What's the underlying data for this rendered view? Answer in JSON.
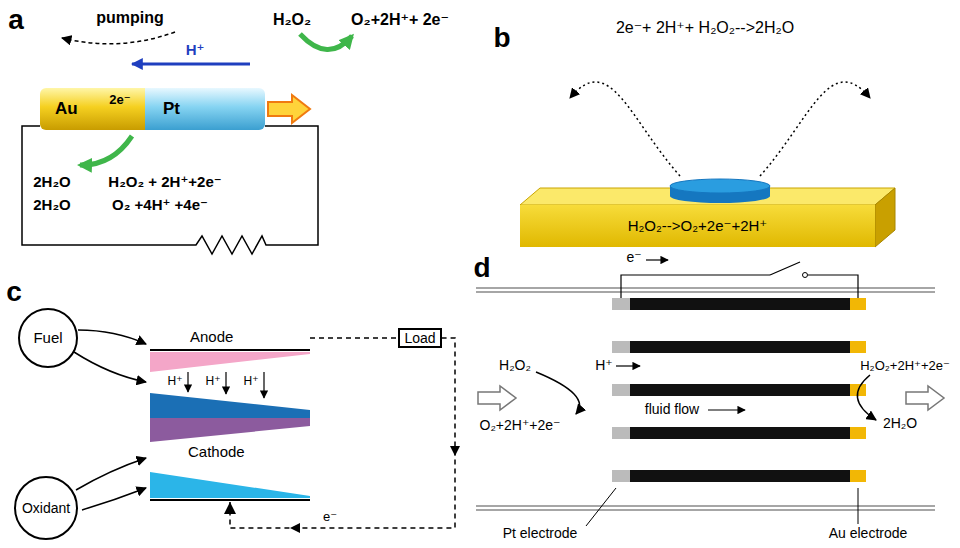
{
  "diagram": {
    "nodes": [
      {
        "text": [
          "Au"
        ]
      },
      {
        "text": [
          "Pt"
        ]
      },
      {
        "text": [
          "H₂O₂-->O₂+2e⁻+2H⁺"
        ]
      },
      {
        "text": [
          "Fuel"
        ]
      },
      {
        "text": [
          "Anode"
        ]
      },
      {
        "text": [
          "Load"
        ]
      },
      {
        "text": [
          "Cathode"
        ]
      },
      {
        "text": [
          "Oxidant"
        ]
      }
    ],
    "edges": [
      {
        "from": 0,
        "to": 1,
        "arrow": "none"
      },
      {
        "from": 4,
        "to": 5,
        "arrow": "none"
      },
      {
        "from": 5,
        "to": 6,
        "arrow": "to",
        "label": "e⁻"
      }
    ],
    "labels": [
      "a",
      "pumping",
      "H₂O₂",
      "O₂+2H⁺+ 2e⁻",
      "H⁺",
      "2e⁻",
      "2H₂O",
      "2H₂O",
      "H₂O₂ + 2H⁺+2e⁻",
      "O₂ +4H⁺ +4e⁻",
      "b",
      "2e⁻+ 2H⁺+ H₂O₂-->2H₂O",
      "c",
      "H⁺",
      "H⁺",
      "H⁺",
      "d",
      "e⁻",
      "H₂O₂",
      "H⁺",
      "O₂+2H⁺+2e⁻",
      "fluid flow",
      "H₂O₂+2H⁺+2e⁻",
      "2H₂O",
      "Pt electrode",
      "Au electrode"
    ]
  }
}
